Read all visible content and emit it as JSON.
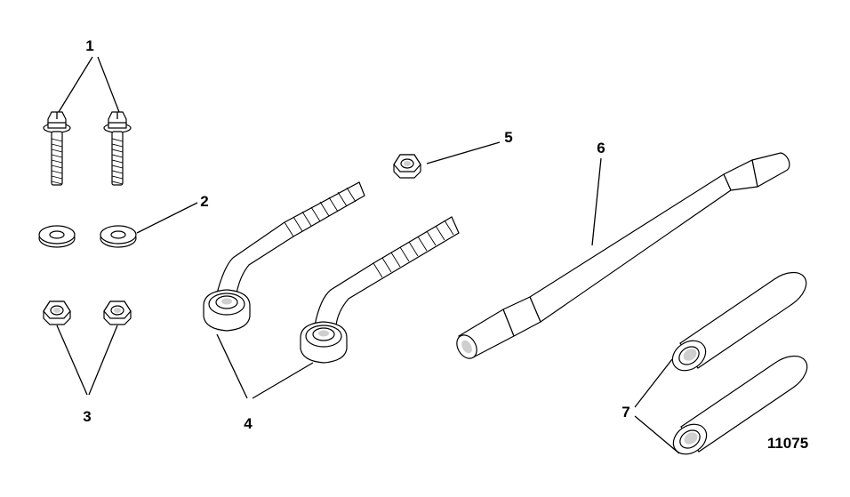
{
  "figure": {
    "id": "11075",
    "callouts": [
      "1",
      "2",
      "3",
      "4",
      "5",
      "6",
      "7"
    ]
  },
  "colors": {
    "ink": "#000000",
    "background": "#ffffff",
    "shade": "#cfcfcf"
  }
}
